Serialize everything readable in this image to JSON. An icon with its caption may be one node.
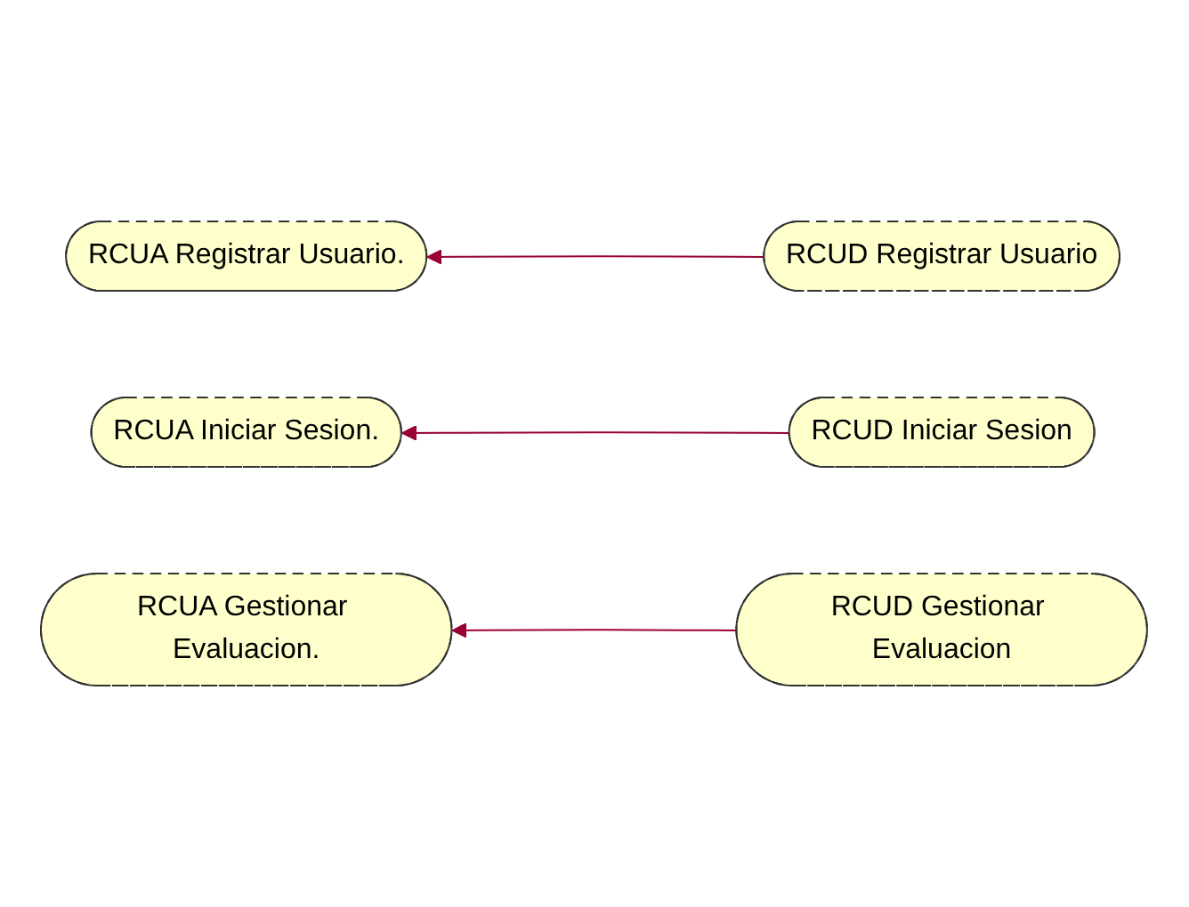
{
  "diagram": {
    "nodes": [
      {
        "text": [
          "RCUA Registrar Usuario."
        ]
      },
      {
        "text": [
          "RCUD Registrar Usuario"
        ]
      },
      {
        "text": [
          "RCUA Iniciar Sesion."
        ]
      },
      {
        "text": [
          "RCUD Iniciar Sesion"
        ]
      },
      {
        "text": [
          "RCUA Gestionar Evaluacion."
        ]
      },
      {
        "text": [
          "RCUD Gestionar Evaluacion"
        ]
      }
    ],
    "edges": [
      {
        "from": 1,
        "to": 0,
        "arrow": "to"
      },
      {
        "from": 3,
        "to": 2,
        "arrow": "to"
      },
      {
        "from": 5,
        "to": 4,
        "arrow": "to"
      }
    ]
  }
}
